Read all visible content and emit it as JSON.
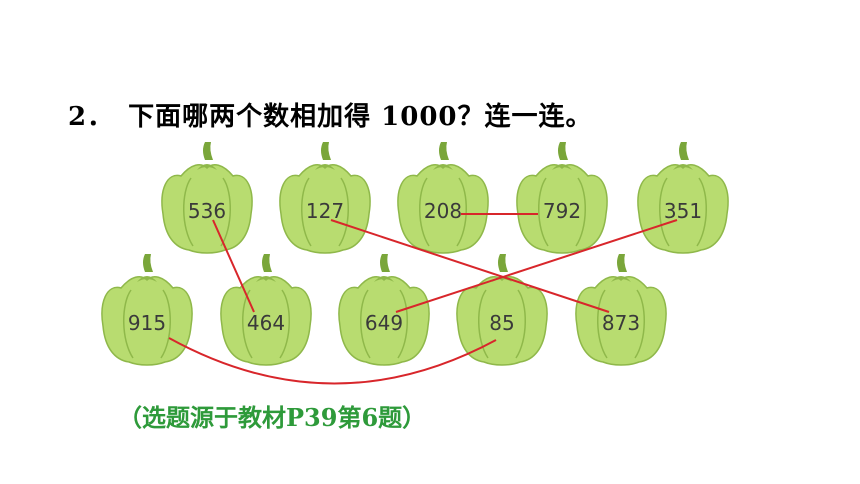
{
  "question": {
    "number": "2．",
    "text": "下面哪两个数相加得 1000？连一连。"
  },
  "source_note": "（选题源于教材P39第6题）",
  "peppers": {
    "top_row": [
      "536",
      "127",
      "208",
      "792",
      "351"
    ],
    "bottom_row": [
      "915",
      "464",
      "649",
      "85",
      "873"
    ]
  },
  "pairs": [
    [
      "536",
      "464"
    ],
    [
      "127",
      "873"
    ],
    [
      "208",
      "792"
    ],
    [
      "351",
      "649"
    ],
    [
      "915",
      "85"
    ]
  ],
  "colors": {
    "pepper_fill": "#b8dc70",
    "pepper_edge": "#8fb84a",
    "stem": "#7aa63a",
    "line": "#d8262b",
    "source_text": "#2e9a3a"
  }
}
